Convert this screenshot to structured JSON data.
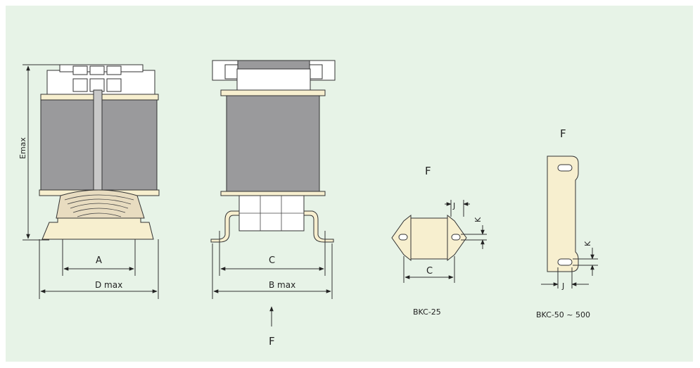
{
  "labels": {
    "e_max": "Emax",
    "a": "A",
    "d_max": "D max",
    "c_front": "C",
    "b_max": "B max",
    "f_bottom": "F",
    "f_small": "F",
    "j_small": "J",
    "k_small": "K",
    "c_small": "C",
    "f_large": "F",
    "k_large": "K",
    "j_large": "J"
  },
  "captions": {
    "bkc25": "BKC-25",
    "bkc50": "BKC-50 ~ 500"
  },
  "colors": {
    "panel_bg": "#e7f3e7",
    "core_gray": "#9a9a9c",
    "bobbin_cream": "#f7efcf",
    "terminal_white": "#ffffff",
    "winding_tan": "#e8dcc0"
  }
}
